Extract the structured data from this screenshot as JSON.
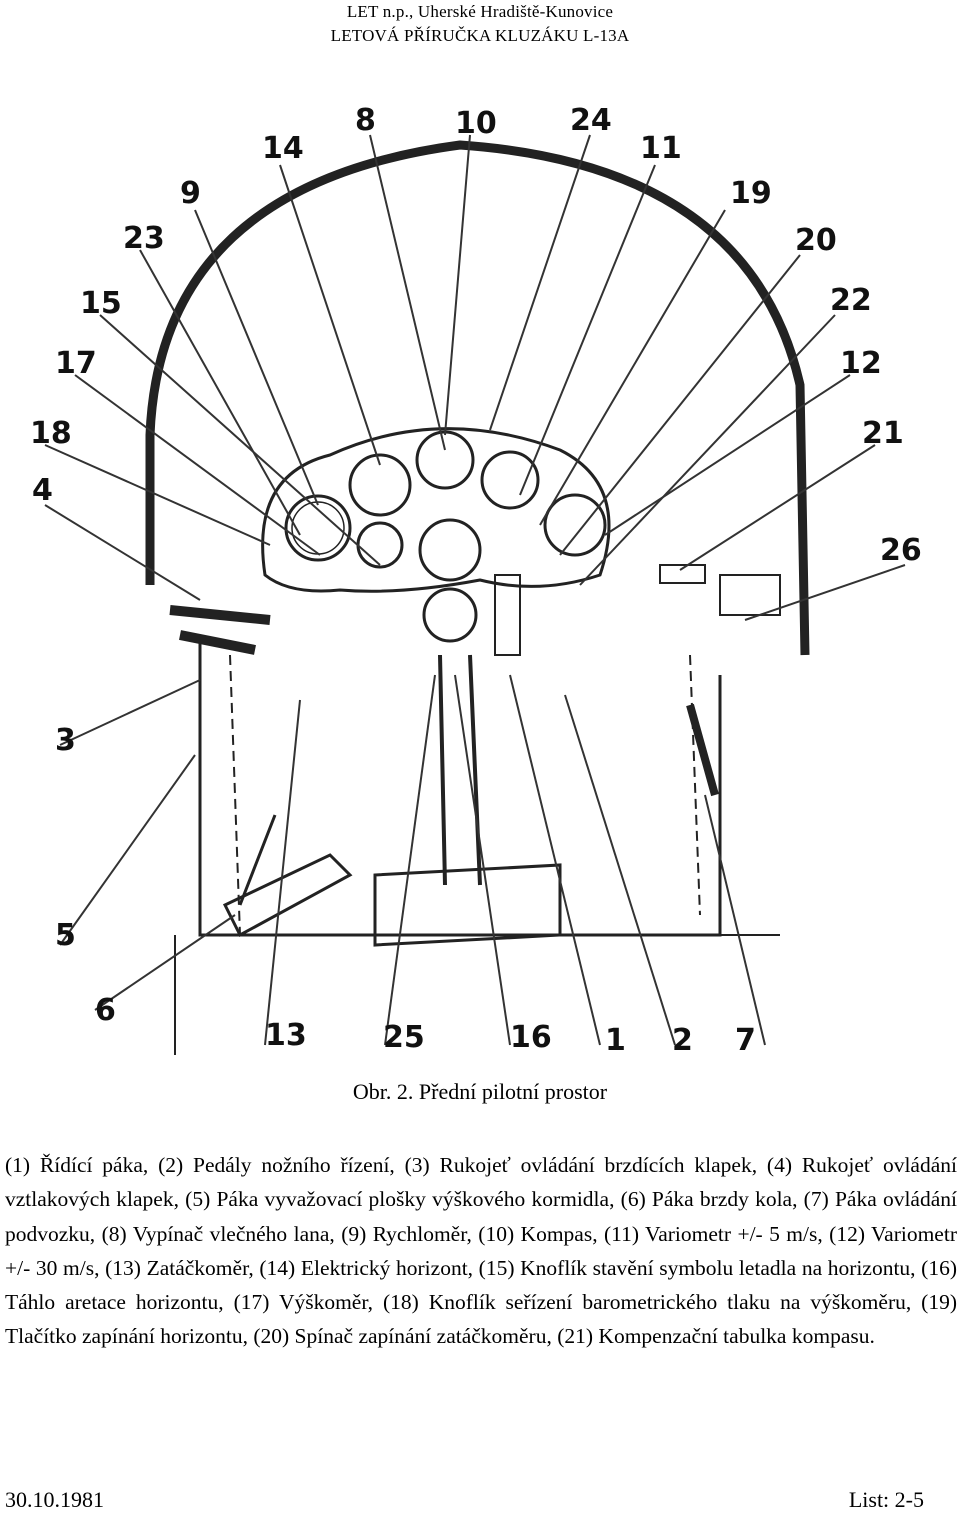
{
  "header": {
    "line1": "LET n.p., Uherské Hradiště-Kunovice",
    "line2": "LETOVÁ PŘÍRUČKA KLUZÁKU L-13A"
  },
  "figure": {
    "callouts": [
      "8",
      "10",
      "24",
      "14",
      "11",
      "9",
      "19",
      "23",
      "20",
      "15",
      "22",
      "17",
      "12",
      "18",
      "21",
      "4",
      "26",
      "3",
      "5",
      "6",
      "13",
      "25",
      "16",
      "1",
      "2",
      "7"
    ]
  },
  "caption": "Obr. 2. Přední pilotní prostor",
  "legend": "(1) Řídící páka, (2) Pedály nožního řízení, (3) Rukojeť ovládání brzdících klapek, (4) Rukojeť ovládání vztlakových klapek, (5) Páka vyvažovací plošky výškového kormidla, (6) Páka brzdy kola, (7) Páka ovládání podvozku, (8) Vypínač vlečného lana, (9) Rychloměr, (10) Kompas, (11) Variometr +/- 5 m/s, (12) Variometr +/- 30 m/s, (13) Zatáčkoměr, (14) Elektrický horizont, (15) Knoflík stavění symbolu letadla na horizontu, (16) Táhlo aretace horizontu, (17) Výškoměr, (18) Knoflík seřízení barometrického tlaku na výškoměru, (19) Tlačítko zapínání horizontu, (20) Spínač zapínání zatáčkoměru, (21) Kompenzační tabulka kompasu.",
  "footer": {
    "date": "30.10.1981",
    "page": "List: 2-5"
  }
}
